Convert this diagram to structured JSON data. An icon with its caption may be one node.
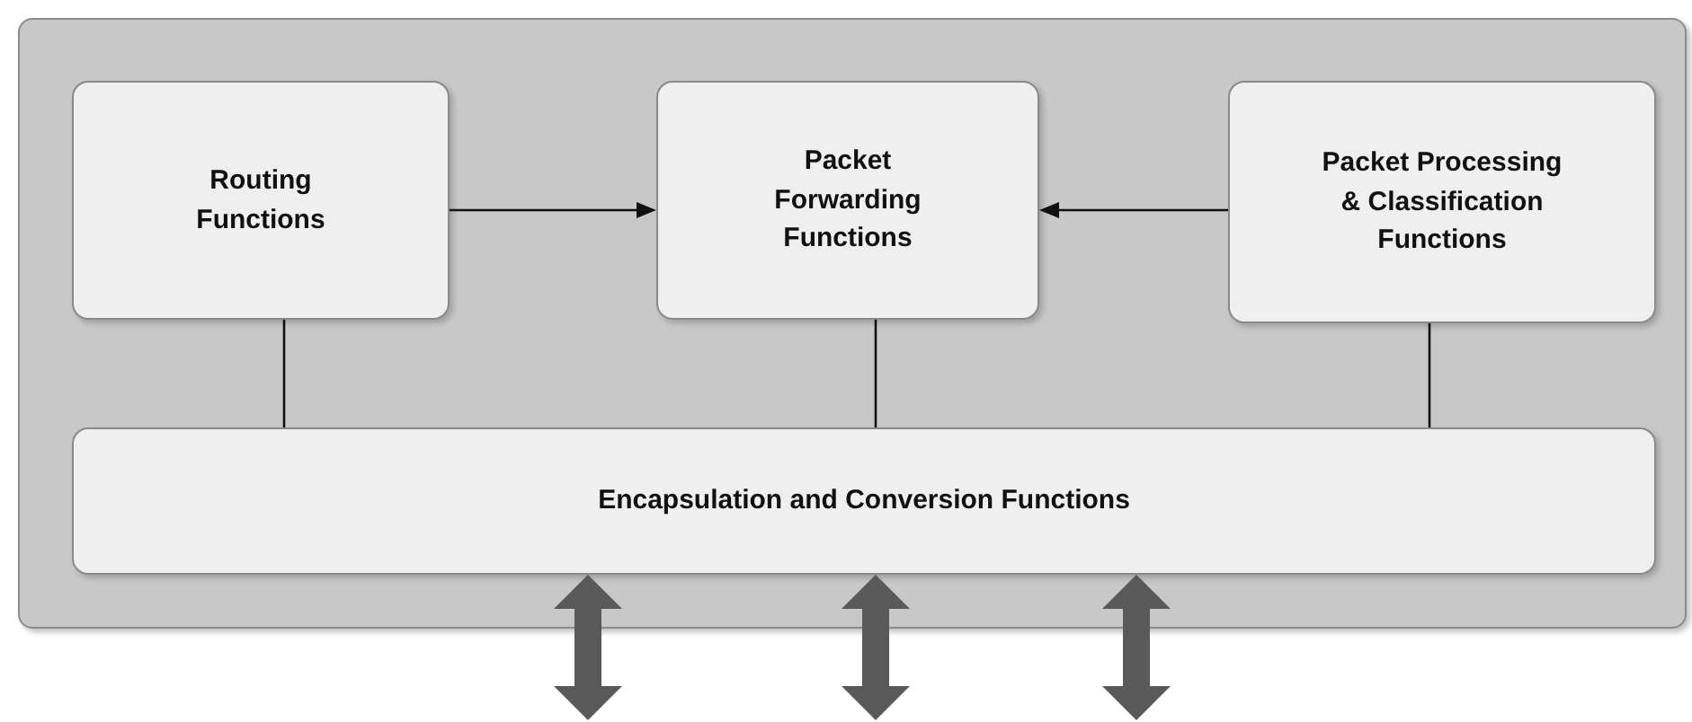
{
  "diagram": {
    "nodes": [
      {
        "text": [],
        "shape": "box"
      },
      {
        "text": [
          "Routing Functions"
        ],
        "in": 0
      },
      {
        "text": [
          "Packet Forwarding Functions"
        ],
        "in": 0
      },
      {
        "text": [
          "Packet Processing & Classification Functions"
        ],
        "in": 0
      },
      {
        "text": [
          "Encapsulation and Conversion Functions"
        ],
        "in": 0
      }
    ],
    "edges": [
      {
        "from": 1,
        "to": 2,
        "arrow": "to"
      },
      {
        "from": 3,
        "to": 2,
        "arrow": "to"
      },
      {
        "from": 1,
        "to": 4,
        "arrow": "none"
      },
      {
        "from": 2,
        "to": 4,
        "arrow": "none"
      },
      {
        "from": 3,
        "to": 4,
        "arrow": "none"
      },
      {
        "from": 4,
        "to": null,
        "arrow": "both",
        "style": "thick",
        "color": "#595959"
      },
      {
        "from": 4,
        "to": null,
        "arrow": "both",
        "style": "thick",
        "color": "#595959"
      },
      {
        "from": 4,
        "to": null,
        "arrow": "both",
        "style": "thick",
        "color": "#595959"
      }
    ]
  }
}
